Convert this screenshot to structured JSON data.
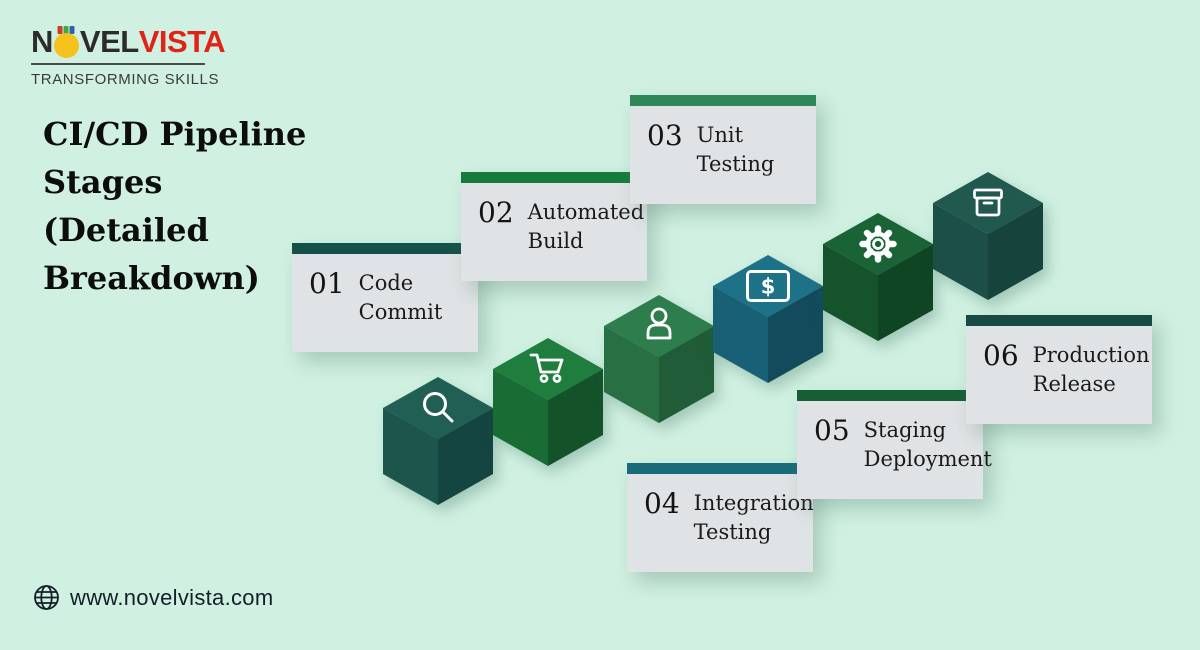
{
  "colors": {
    "background": "#d0f1e1",
    "card": "#dfe3e5",
    "brand_dark": "#2d2c2b",
    "brand_red": "#e02317"
  },
  "brand": {
    "name_part1": "N",
    "name_part2": "VEL",
    "name_accent": "VISTA",
    "tagline": "TRANSFORMING SKILLS"
  },
  "title": {
    "text": "CI/CD Pipeline Stages (Detailed Breakdown)",
    "lines": [
      "CI/CD Pipeline",
      "Stages",
      "(Detailed",
      "Breakdown)"
    ]
  },
  "stages": [
    {
      "num": "01",
      "label": "Code Commit",
      "bar_color": "#14514a"
    },
    {
      "num": "02",
      "label": "Automated Build",
      "bar_color": "#177a3d"
    },
    {
      "num": "03",
      "label": "Unit Testing",
      "bar_color": "#2e8756"
    },
    {
      "num": "04",
      "label": "Integration Testing",
      "bar_color": "#1a6b79"
    },
    {
      "num": "05",
      "label": "Staging Deployment",
      "bar_color": "#165e35"
    },
    {
      "num": "06",
      "label": "Production Release",
      "bar_color": "#164a42"
    }
  ],
  "cubes": [
    {
      "icon": "search",
      "top": "#215e54",
      "left": "#1b554c",
      "right": "#154540"
    },
    {
      "icon": "cart",
      "top": "#1f7e3e",
      "left": "#1a6c35",
      "right": "#14532a"
    },
    {
      "icon": "person",
      "top": "#2e7d4c",
      "left": "#287043",
      "right": "#1f5c37"
    },
    {
      "icon": "dollar",
      "top": "#1d7287",
      "left": "#186076",
      "right": "#134b5d"
    },
    {
      "icon": "gear",
      "top": "#1a6337",
      "left": "#15532c",
      "right": "#0f4523"
    },
    {
      "icon": "box",
      "top": "#21594f",
      "left": "#1b4f47",
      "right": "#16443d"
    }
  ],
  "footer": {
    "url": "www.novelvista.com"
  }
}
